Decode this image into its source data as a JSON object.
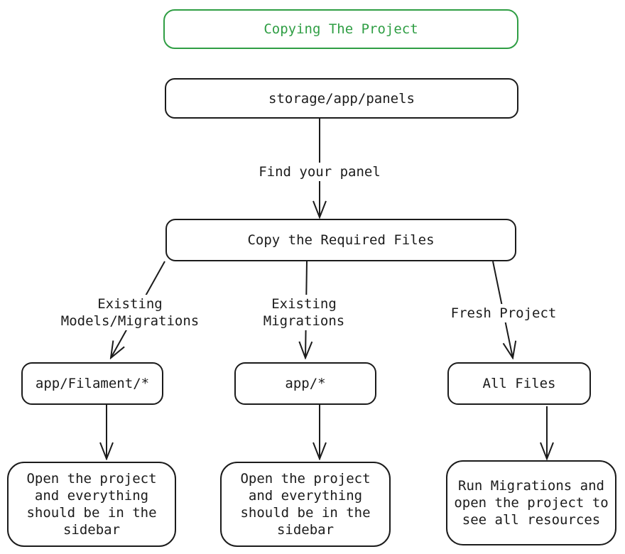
{
  "diagram": {
    "title": "Copying The Project",
    "nodes": {
      "storage_panels": "storage/app/panels",
      "copy_required": "Copy the Required Files",
      "app_filament": "app/Filament/*",
      "app_star": "app/*",
      "all_files": "All Files",
      "open_project_left": "Open the project\nand everything\nshould be in the\nsidebar",
      "open_project_middle": "Open the project\nand everything\nshould be in the\nsidebar",
      "run_migrations": "Run Migrations and\nopen the project to\nsee all resources"
    },
    "edge_labels": {
      "find_panel": "Find your panel",
      "existing_models_migrations": "Existing\nModels/Migrations",
      "existing_migrations": "Existing\nMigrations",
      "fresh_project": "Fresh Project"
    }
  },
  "colors": {
    "accent_green": "#2f9e44",
    "stroke": "#1b1b1b",
    "text": "#1b1b1b",
    "background": "#ffffff"
  }
}
